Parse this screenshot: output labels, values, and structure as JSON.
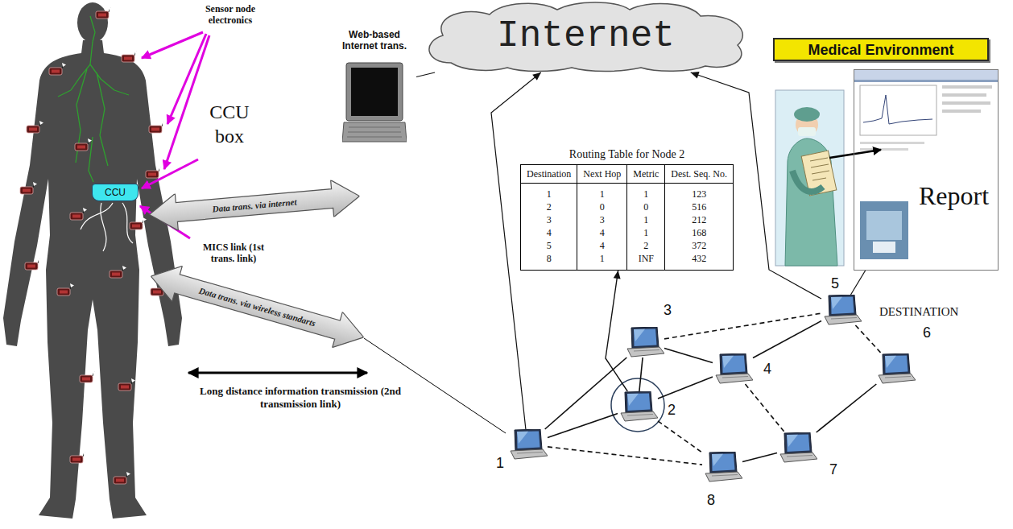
{
  "diagram": {
    "nodes": [
      {
        "text": [
          "Internet"
        ]
      },
      {
        "text": [
          "Web-based Internet trans."
        ]
      },
      {
        "text": [
          "Medical Environment"
        ]
      },
      {
        "text": [
          "Report"
        ]
      },
      {
        "text": [
          "CCU"
        ]
      },
      {
        "text": [
          "Routing Table for Node 2"
        ]
      },
      {
        "text": [
          "1"
        ]
      },
      {
        "text": [
          "2"
        ]
      },
      {
        "text": [
          "3"
        ]
      },
      {
        "text": [
          "4"
        ]
      },
      {
        "text": [
          "5"
        ]
      },
      {
        "text": [
          "6"
        ]
      },
      {
        "text": [
          "7"
        ]
      },
      {
        "text": [
          "8"
        ]
      }
    ],
    "edges": [
      {
        "from": 1,
        "to": 0,
        "arrow": "none"
      },
      {
        "from": 6,
        "to": 0,
        "arrow": "to"
      },
      {
        "from": 10,
        "to": 0,
        "arrow": "to"
      },
      {
        "from": 10,
        "to": 3,
        "arrow": "none"
      },
      {
        "from": 7,
        "to": 5,
        "arrow": "to"
      },
      {
        "from": 6,
        "to": 8,
        "arrow": "none"
      },
      {
        "from": 6,
        "to": 7,
        "arrow": "none"
      },
      {
        "from": 8,
        "to": 7,
        "arrow": "none"
      },
      {
        "from": 8,
        "to": 9,
        "arrow": "none"
      },
      {
        "from": 7,
        "to": 9,
        "arrow": "none"
      },
      {
        "from": 9,
        "to": 10,
        "arrow": "none"
      },
      {
        "from": 8,
        "to": 10,
        "arrow": "none"
      },
      {
        "from": 10,
        "to": 11,
        "arrow": "none"
      },
      {
        "from": 9,
        "to": 12,
        "arrow": "none"
      },
      {
        "from": 12,
        "to": 11,
        "arrow": "none"
      },
      {
        "from": 13,
        "to": 12,
        "arrow": "none"
      },
      {
        "from": 6,
        "to": 13,
        "arrow": "none"
      },
      {
        "from": 7,
        "to": 13,
        "arrow": "none"
      }
    ],
    "labels": [
      "Sensor node electronics",
      "CCU box",
      "MICS link (1st trans. link)",
      "Data trans. via internet",
      "Data trans. via wireless standarts",
      "Long distance information transmission (2nd transmission link)",
      "DESTINATION",
      "Destination",
      "Next Hop",
      "Metric",
      "Dest. Seq. No.",
      "1",
      "1",
      "1",
      "123",
      "2",
      "0",
      "0",
      "516",
      "3",
      "3",
      "1",
      "212",
      "4",
      "4",
      "1",
      "168",
      "5",
      "4",
      "2",
      "372",
      "8",
      "1",
      "INF",
      "432"
    ]
  }
}
